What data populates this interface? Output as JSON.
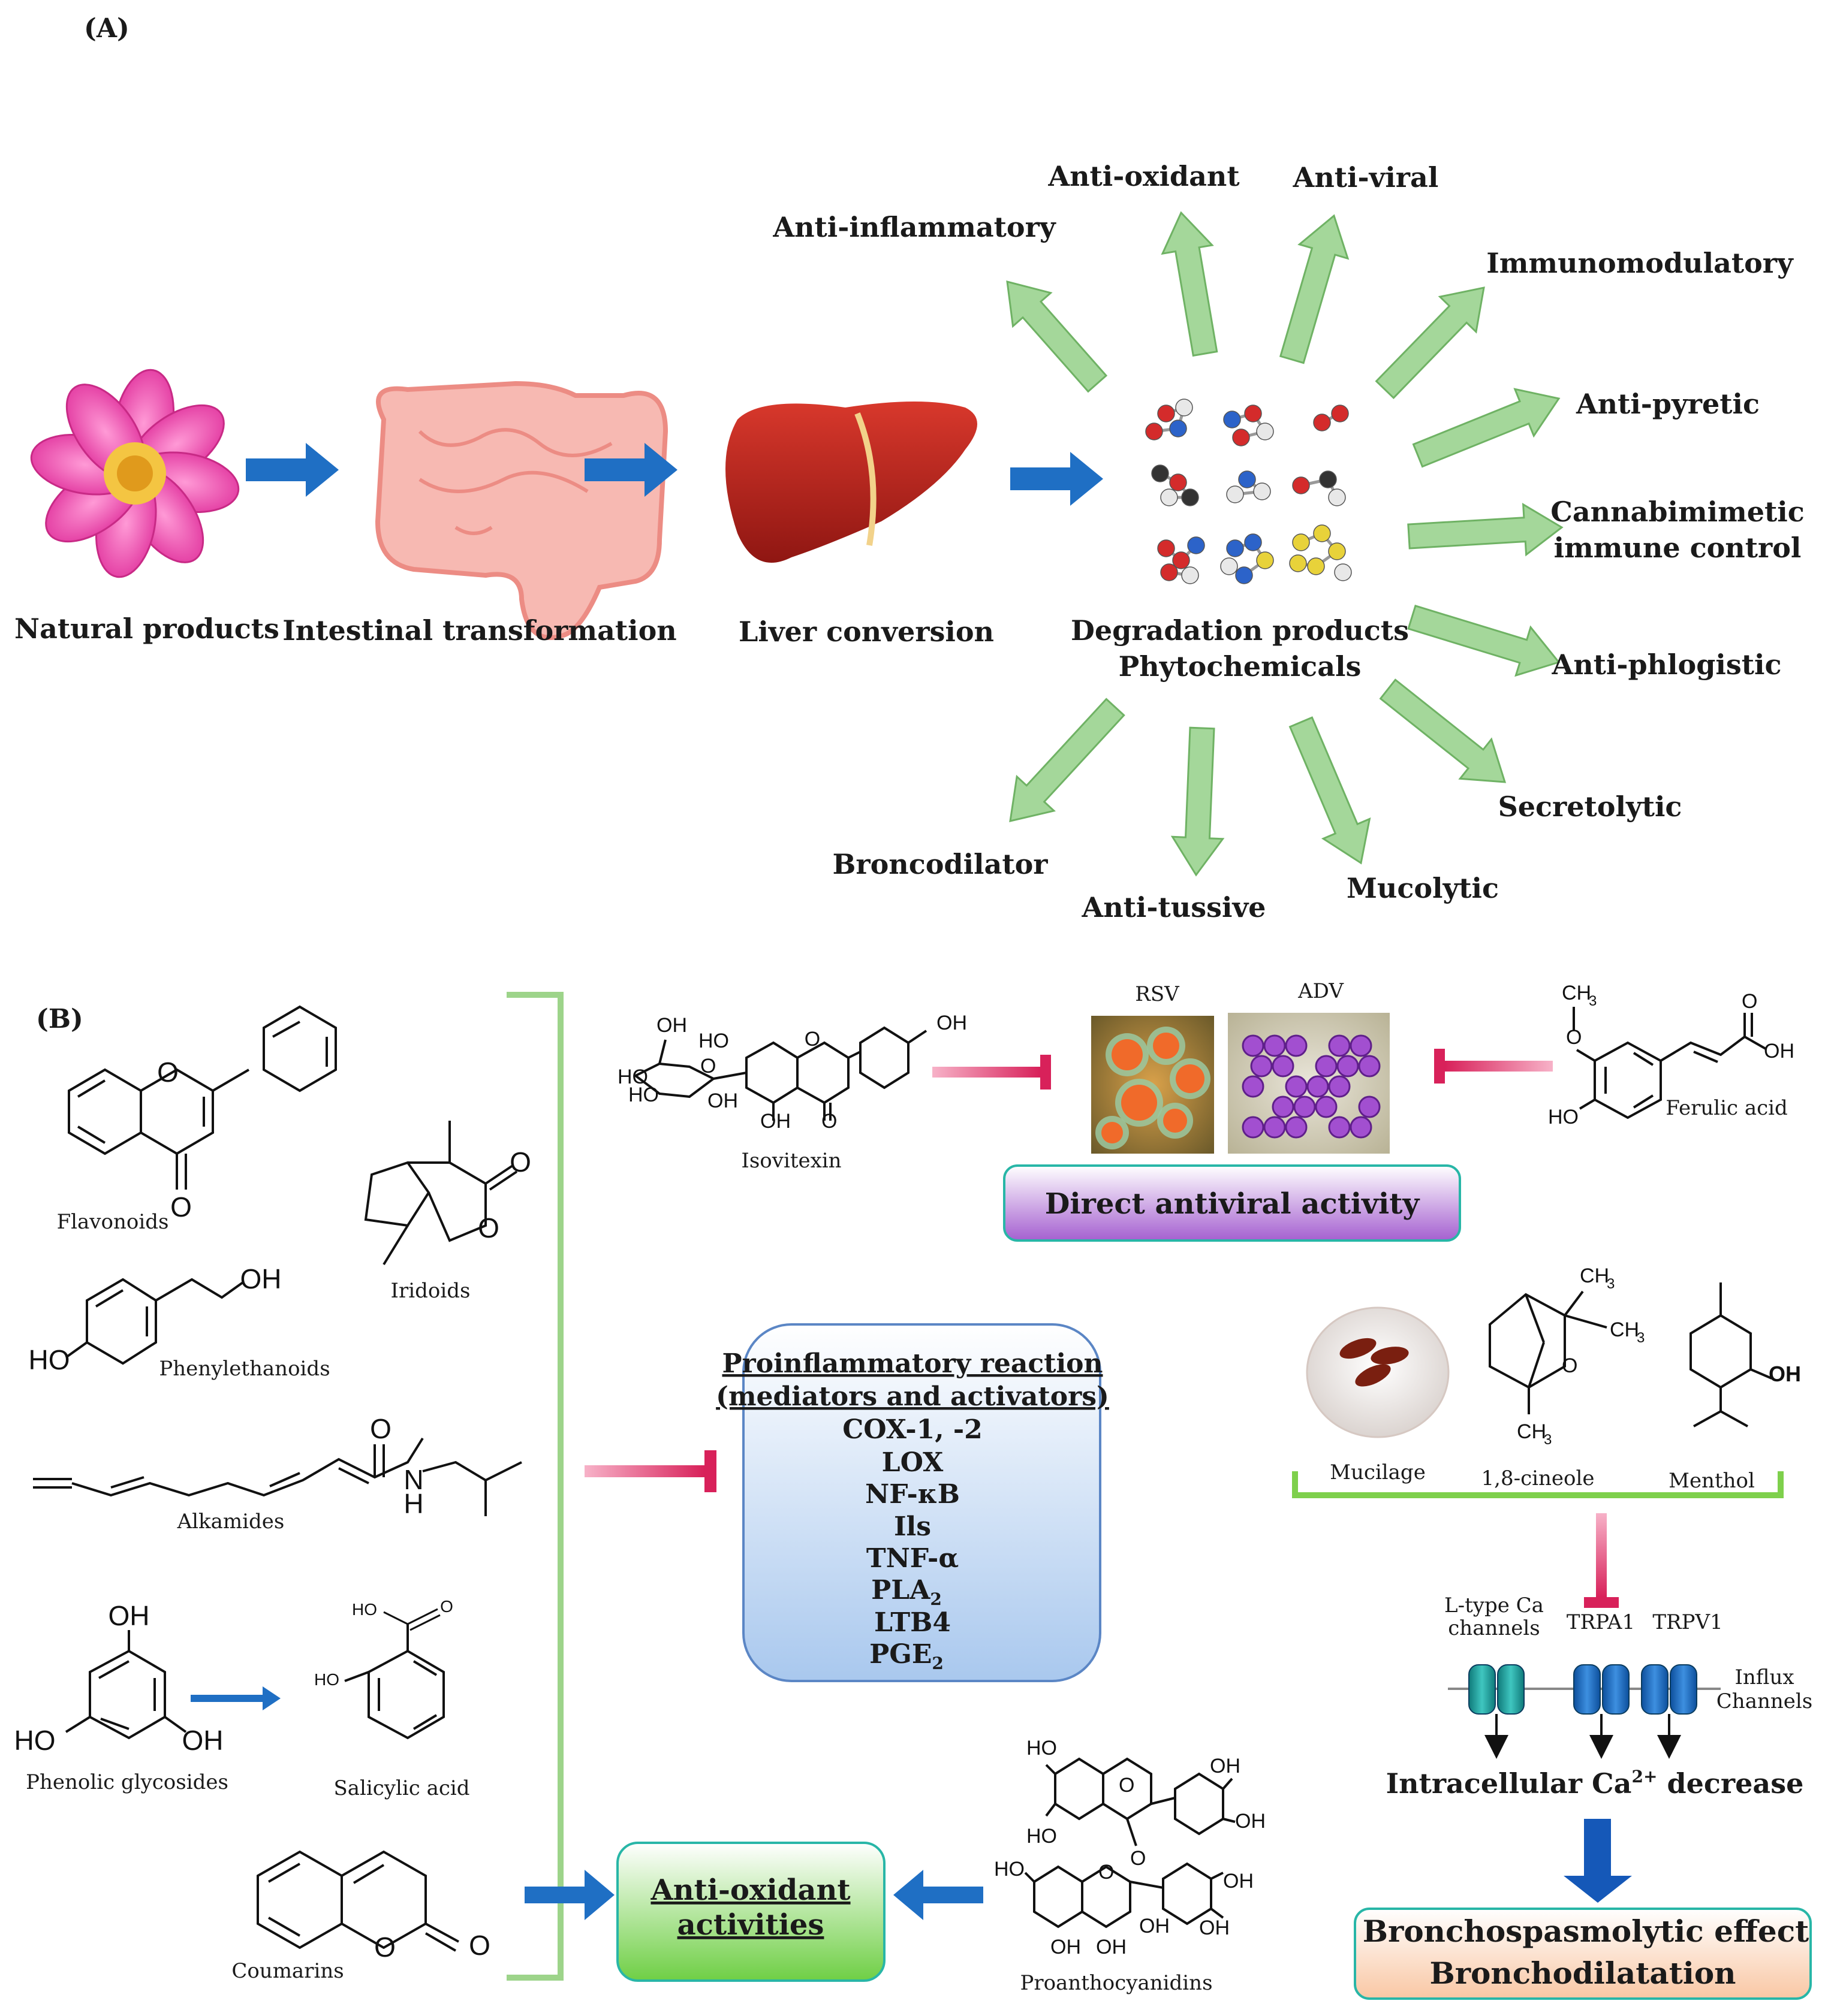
{
  "panel_a": {
    "label": "(A)",
    "flow": [
      {
        "label": "Natural products"
      },
      {
        "label": "Intestinal transformation"
      },
      {
        "label": "Liver conversion"
      }
    ],
    "center_line1": "Degradation products",
    "center_line2": "Phytochemicals",
    "effects": [
      "Anti-inflammatory",
      "Anti-oxidant",
      "Anti-viral",
      "Immunomodulatory",
      "Anti-pyretic",
      "Cannabimimetic",
      "immune control",
      "Anti-phlogistic",
      "Secretolytic",
      "Mucolytic",
      "Anti-tussive",
      "Broncodilator"
    ]
  },
  "panel_b": {
    "label": "(B)",
    "compounds": {
      "flavonoids": "Flavonoids",
      "iridoids": "Iridoids",
      "phenylethanoids": "Phenylethanoids",
      "alkamides": "Alkamides",
      "phenolic_glycosides": "Phenolic glycosides",
      "salicylic_acid": "Salicylic acid",
      "coumarins": "Coumarins",
      "isovitexin": "Isovitexin",
      "ferulic_acid": "Ferulic acid",
      "proanthocyanidins": "Proanthocyanidins",
      "mucilage": "Mucilage",
      "cineole": "1,8-cineole",
      "menthol": "Menthol"
    },
    "virus_labels": [
      "RSV",
      "ADV"
    ],
    "antiviral_box": "Direct antiviral activity",
    "proinflammatory": {
      "title1": "Proinflammatory reaction",
      "title2": "(mediators and activators)",
      "items": [
        "COX-1, -2",
        "LOX",
        "NF-κB",
        "Ils",
        "TNF-α",
        "PLA",
        "LTB4",
        "PGE"
      ],
      "subscript": "2"
    },
    "antioxidant_box": {
      "line1": "Anti-oxidant",
      "line2": "activities"
    },
    "channels": {
      "ltype1": "L-type Ca",
      "ltype2": "channels",
      "trpa1": "TRPA1",
      "trpv1": "TRPV1",
      "influx1": "Influx",
      "influx2": "Channels",
      "result_prefix": "Intracellular Ca",
      "result_sup": "2+",
      "result_suffix": " decrease"
    },
    "broncho_box": {
      "line1": "Bronchospasmolytic effect",
      "line2": "Bronchodilatation"
    },
    "atoms": {
      "O": "O",
      "OH": "OH",
      "HO": "HO",
      "H": "H",
      "N": "N",
      "CH3": "CH",
      "three": "3"
    }
  },
  "colors": {
    "effect_arrow": "#a4d79a",
    "flow_arrow": "#1f6fc4",
    "inhibit": "#e0356a",
    "bracket": "#9dd48a",
    "antiviral_box": "#a060c8",
    "proinflam_box": "#b9d3f0",
    "antioxidant_box": "#7fd45a",
    "broncho_box": "#fbd6bd"
  }
}
